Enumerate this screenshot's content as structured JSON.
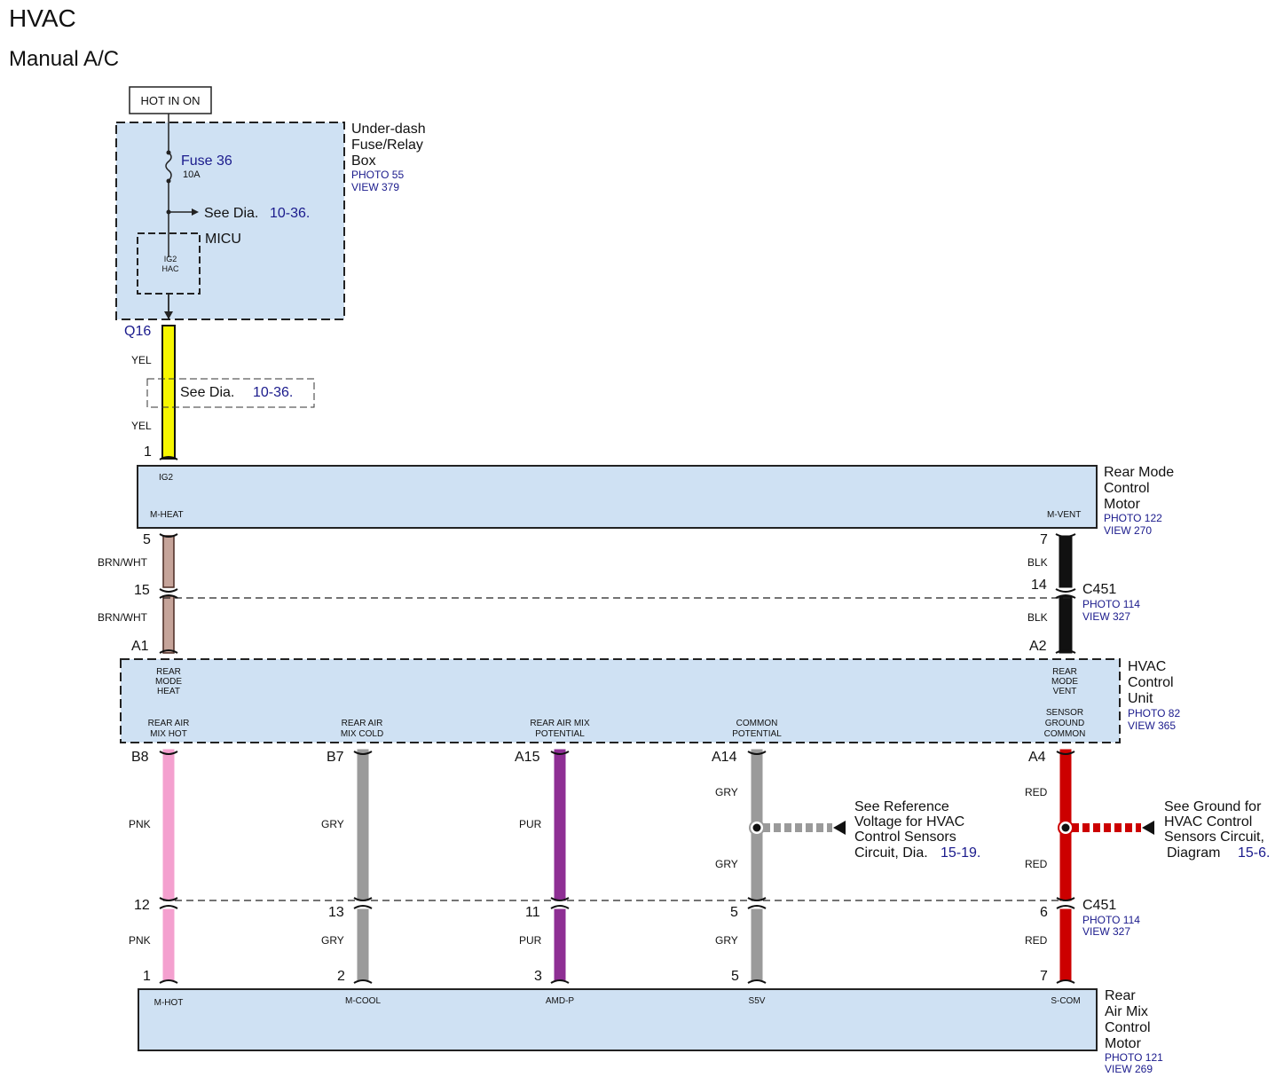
{
  "header": {
    "title": "HVAC",
    "subtitle": "Manual A/C"
  },
  "power": {
    "label": "HOT IN ON"
  },
  "fuse_box": {
    "name_lines": [
      "Under-dash",
      "Fuse/Relay",
      "Box"
    ],
    "photo": "PHOTO 55",
    "view": "VIEW 379",
    "fuse_label": "Fuse 36",
    "fuse_rating": "10A",
    "see_text": "See Dia.",
    "see_ref": "10-36.",
    "micu_label": "MICU",
    "micu_inner_1": "IG2",
    "micu_inner_2": "HAC"
  },
  "q16": {
    "connector": "Q16",
    "wire_top": "YEL",
    "wire_bottom": "YEL",
    "see_text": "See Dia.",
    "see_ref": "10-36.",
    "pin": "1"
  },
  "rear_mode_motor": {
    "name_lines": [
      "Rear Mode",
      "Control",
      "Motor"
    ],
    "photo": "PHOTO 122",
    "view": "VIEW 270",
    "terminal_ig2": "IG2",
    "terminal_heat": "M-HEAT",
    "terminal_vent": "M-VENT",
    "pin_heat": "5",
    "pin_vent": "7"
  },
  "c451_upper": {
    "name": "C451",
    "photo": "PHOTO 114",
    "view": "VIEW 327",
    "left_wire_top": "BRN/WHT",
    "left_pin": "15",
    "left_wire_bottom": "BRN/WHT",
    "left_end": "A1",
    "right_wire_top": "BLK",
    "right_pin": "14",
    "right_wire_bottom": "BLK",
    "right_end": "A2"
  },
  "hvac_unit": {
    "name_lines": [
      "HVAC",
      "Control",
      "Unit"
    ],
    "photo": "PHOTO 82",
    "view": "VIEW 365",
    "rear_mode_heat": [
      "REAR",
      "MODE",
      "HEAT"
    ],
    "rear_mode_vent": [
      "REAR",
      "MODE",
      "VENT"
    ],
    "terminals": [
      {
        "lines": [
          "REAR AIR",
          "MIX HOT"
        ],
        "pin": "B8"
      },
      {
        "lines": [
          "REAR AIR",
          "MIX COLD"
        ],
        "pin": "B7"
      },
      {
        "lines": [
          "REAR AIR MIX",
          "POTENTIAL"
        ],
        "pin": "A15"
      },
      {
        "lines": [
          "COMMON",
          "POTENTIAL"
        ],
        "pin": "A14"
      },
      {
        "lines": [
          "SENSOR",
          "GROUND",
          "COMMON"
        ],
        "pin": "A4"
      }
    ]
  },
  "wires": [
    {
      "color_top": "PNK",
      "color_bottom": "PNK",
      "c451_pin": "12",
      "motor_pin": "1",
      "hex": "#f4a0cf"
    },
    {
      "color_top": "GRY",
      "color_bottom": "GRY",
      "c451_pin": "13",
      "motor_pin": "2",
      "hex": "#9a9a9a"
    },
    {
      "color_top": "PUR",
      "color_bottom": "PUR",
      "c451_pin": "11",
      "motor_pin": "3",
      "hex": "#8e2f94"
    },
    {
      "color_top": "GRY",
      "color_mid": "GRY",
      "color_bottom": "GRY",
      "c451_pin": "5",
      "motor_pin": "5",
      "hex": "#9a9a9a"
    },
    {
      "color_top": "RED",
      "color_mid": "RED",
      "color_bottom": "RED",
      "c451_pin": "6",
      "motor_pin": "7",
      "hex": "#cc0000"
    }
  ],
  "ref_voltage_note": {
    "lines": [
      "See Reference",
      "Voltage for HVAC",
      "Control Sensors"
    ],
    "last": "Circuit, Dia.",
    "ref": "15-19."
  },
  "ground_note": {
    "lines": [
      "See Ground for",
      "HVAC Control",
      "Sensors Circuit,"
    ],
    "last": "Diagram",
    "ref": "15-6."
  },
  "c451_lower": {
    "name": "C451",
    "photo": "PHOTO 114",
    "view": "VIEW 327"
  },
  "rear_air_mix_motor": {
    "name_lines": [
      "Rear",
      "Air Mix",
      "Control",
      "Motor"
    ],
    "photo": "PHOTO 121",
    "view": "VIEW 269",
    "terminals": [
      "M-HOT",
      "M-COOL",
      "AMD-P",
      "S5V",
      "S-COM"
    ]
  }
}
